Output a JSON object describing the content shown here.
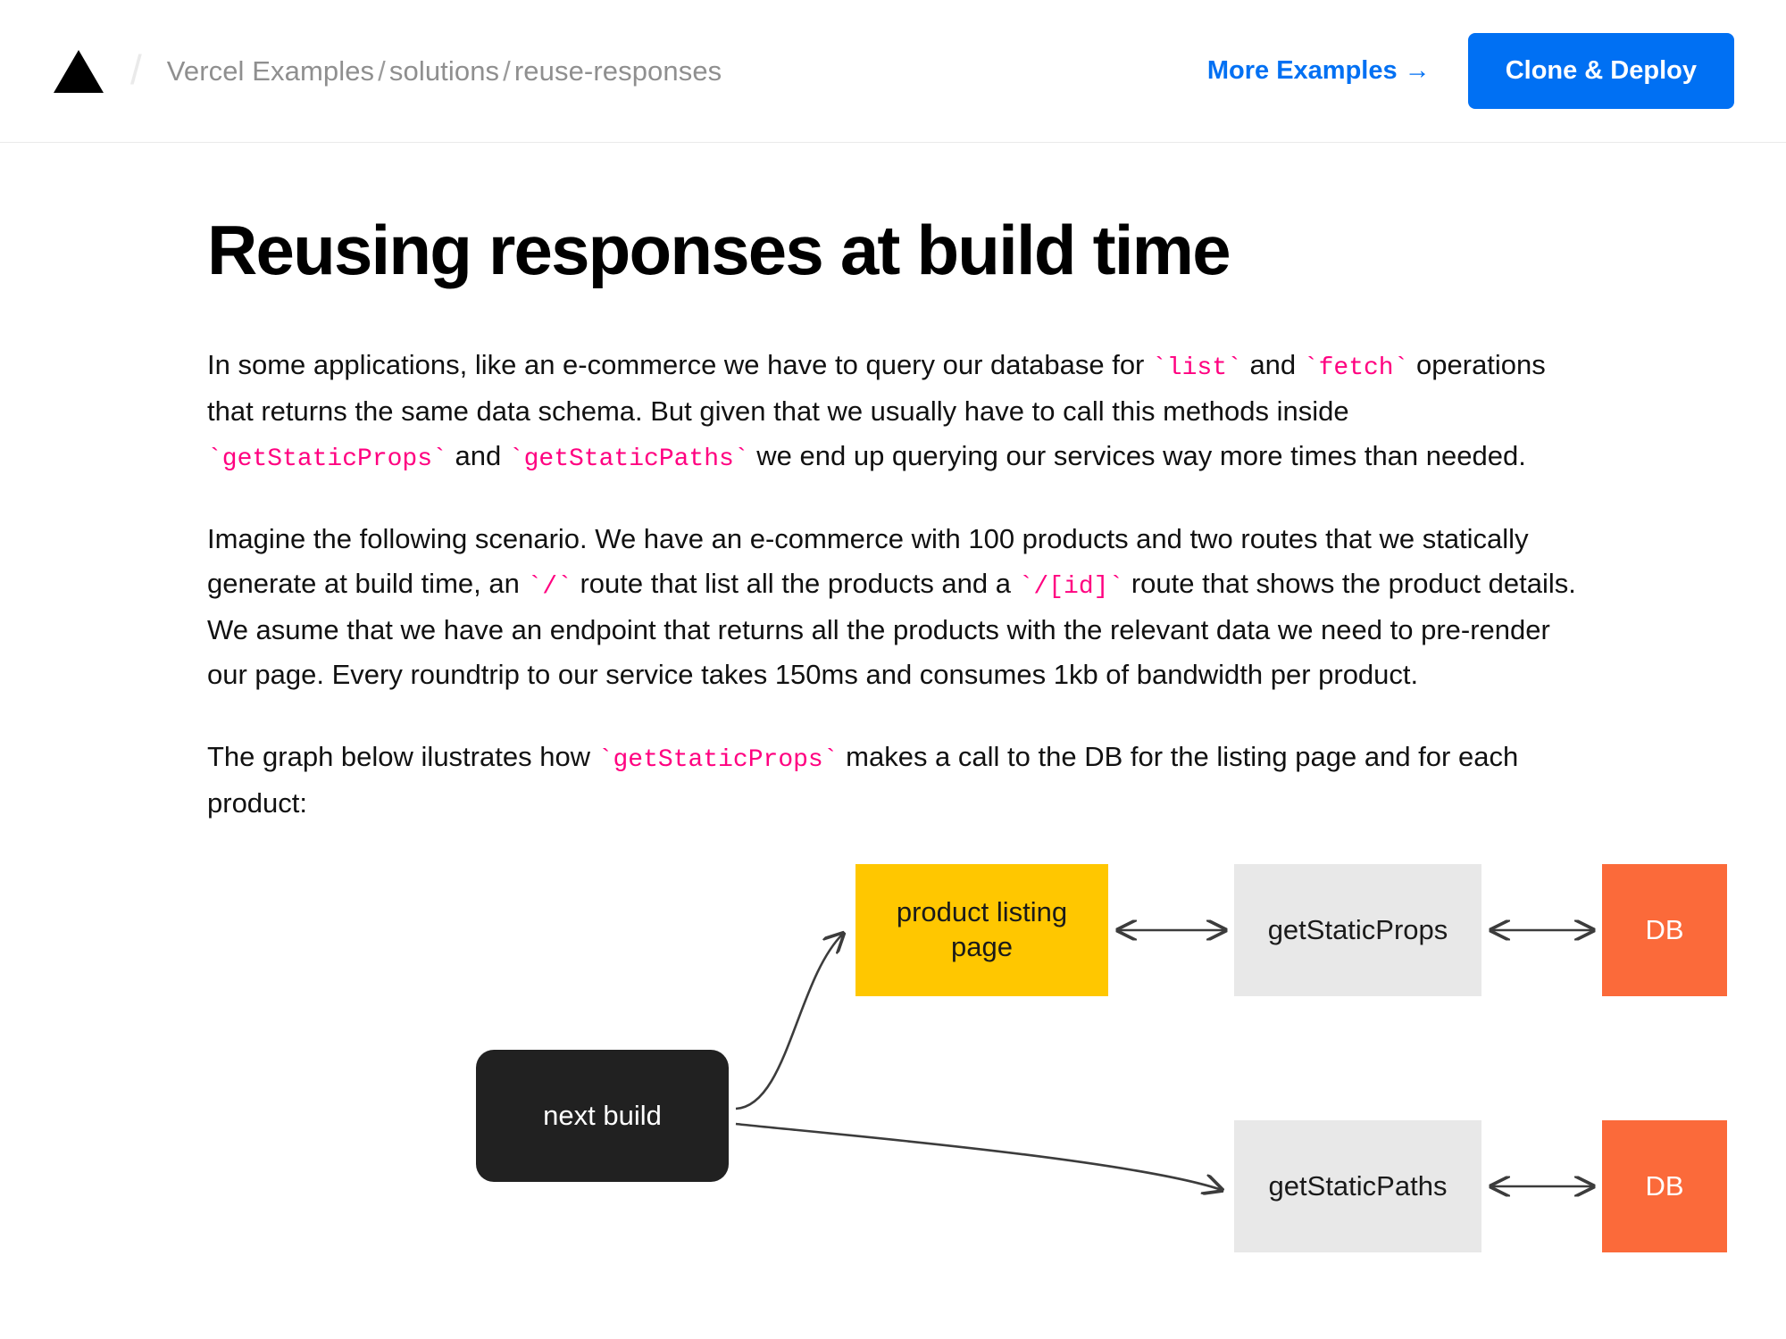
{
  "header": {
    "logo_icon": "vercel-triangle-logo",
    "divider": "/",
    "breadcrumb": {
      "full": "Vercel Examples / solutions / reuse-responses",
      "parts": [
        "Vercel Examples",
        "solutions",
        "reuse-responses"
      ],
      "separator": "/"
    },
    "more_examples_label": "More Examples →",
    "clone_deploy_label": "Clone & Deploy",
    "accent_color": "#0070f3"
  },
  "article": {
    "title": "Reusing responses at build time",
    "paragraphs": [
      {
        "id": "p1",
        "segments": [
          {
            "type": "text",
            "value": "In some applications, like an e-commerce we have to query our database for "
          },
          {
            "type": "code",
            "value": "`list`"
          },
          {
            "type": "text",
            "value": " and "
          },
          {
            "type": "code",
            "value": "`fetch`"
          },
          {
            "type": "text",
            "value": " operations that returns the same data schema. But given that we usually have to call this methods inside "
          },
          {
            "type": "code",
            "value": "`getStaticProps`"
          },
          {
            "type": "text",
            "value": " and "
          },
          {
            "type": "code",
            "value": "`getStaticPaths`"
          },
          {
            "type": "text",
            "value": " we end up querying our services way more times than needed."
          }
        ]
      },
      {
        "id": "p2",
        "segments": [
          {
            "type": "text",
            "value": "Imagine the following scenario. We have an e-commerce with 100 products and two routes that we statically generate at build time, an "
          },
          {
            "type": "code",
            "value": "`/`"
          },
          {
            "type": "text",
            "value": " route that list all the products and a "
          },
          {
            "type": "code",
            "value": "`/[id]`"
          },
          {
            "type": "text",
            "value": " route that shows the product details. We asume that we have an endpoint that returns all the products with the relevant data we need to pre-render our page. Every roundtrip to our service takes 150ms and consumes 1kb of bandwidth per product."
          }
        ]
      },
      {
        "id": "p3",
        "segments": [
          {
            "type": "text",
            "value": "The graph below ilustrates how "
          },
          {
            "type": "code",
            "value": "`getStaticProps`"
          },
          {
            "type": "text",
            "value": " makes a call to the DB for the listing page and for each product:"
          }
        ]
      }
    ],
    "inline_code_color": "#ff0080"
  },
  "diagram": {
    "nodes": {
      "next_build": {
        "label": "next build",
        "color": "#212121"
      },
      "product_listing": {
        "label_line1": "product listing",
        "label_line2": "page",
        "color": "#FFC700"
      },
      "get_static_props": {
        "label": "getStaticProps",
        "color": "#e8e8e8"
      },
      "get_static_paths": {
        "label": "getStaticPaths",
        "color": "#e8e8e8"
      },
      "db_top": {
        "label": "DB",
        "color": "#FB6A3A"
      },
      "db_bottom": {
        "label": "DB",
        "color": "#FB6A3A"
      }
    },
    "edges": [
      {
        "from": "next_build",
        "to": "product_listing",
        "style": "curve-arrow"
      },
      {
        "from": "next_build",
        "to": "get_static_paths",
        "style": "curve-arrow"
      },
      {
        "from": "product_listing",
        "to": "get_static_props",
        "style": "double-arrow"
      },
      {
        "from": "get_static_props",
        "to": "db_top",
        "style": "double-arrow"
      },
      {
        "from": "get_static_paths",
        "to": "db_bottom",
        "style": "double-arrow"
      }
    ]
  }
}
